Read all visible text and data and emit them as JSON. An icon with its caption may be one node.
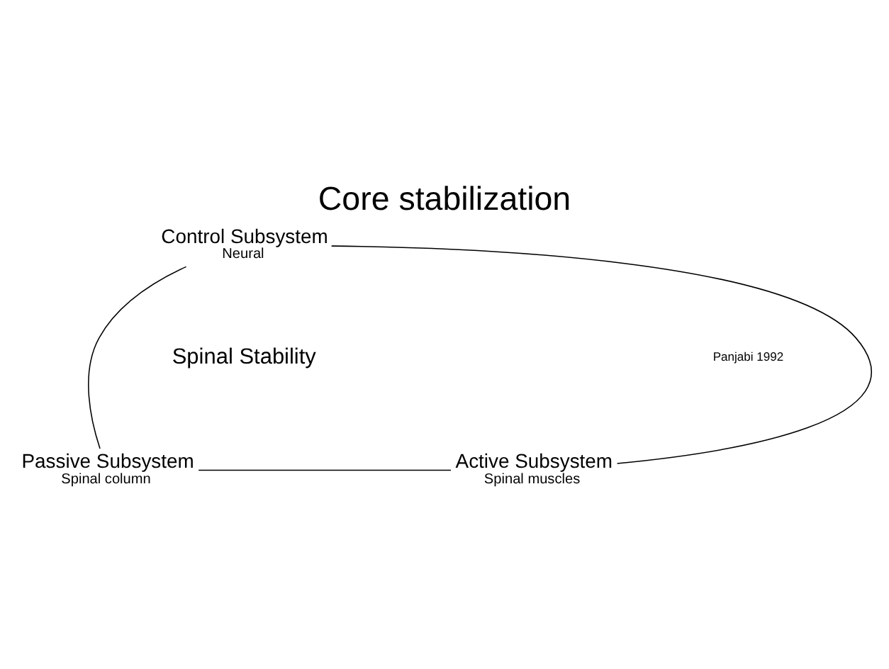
{
  "diagram": {
    "title": "Core stabilization",
    "nodes": [
      {
        "text": [
          "Control Subsystem",
          "Neural"
        ]
      },
      {
        "text": [
          "Passive Subsystem",
          "Spinal column"
        ]
      },
      {
        "text": [
          "Active Subsystem",
          "Spinal muscles"
        ]
      }
    ],
    "edges": [
      {
        "from": 0,
        "to": 1,
        "arrow": "none"
      },
      {
        "from": 1,
        "to": 2,
        "arrow": "none"
      },
      {
        "from": 2,
        "to": 0,
        "arrow": "none"
      }
    ],
    "labels": [
      "Spinal Stability",
      "Panjabi 1992"
    ]
  }
}
